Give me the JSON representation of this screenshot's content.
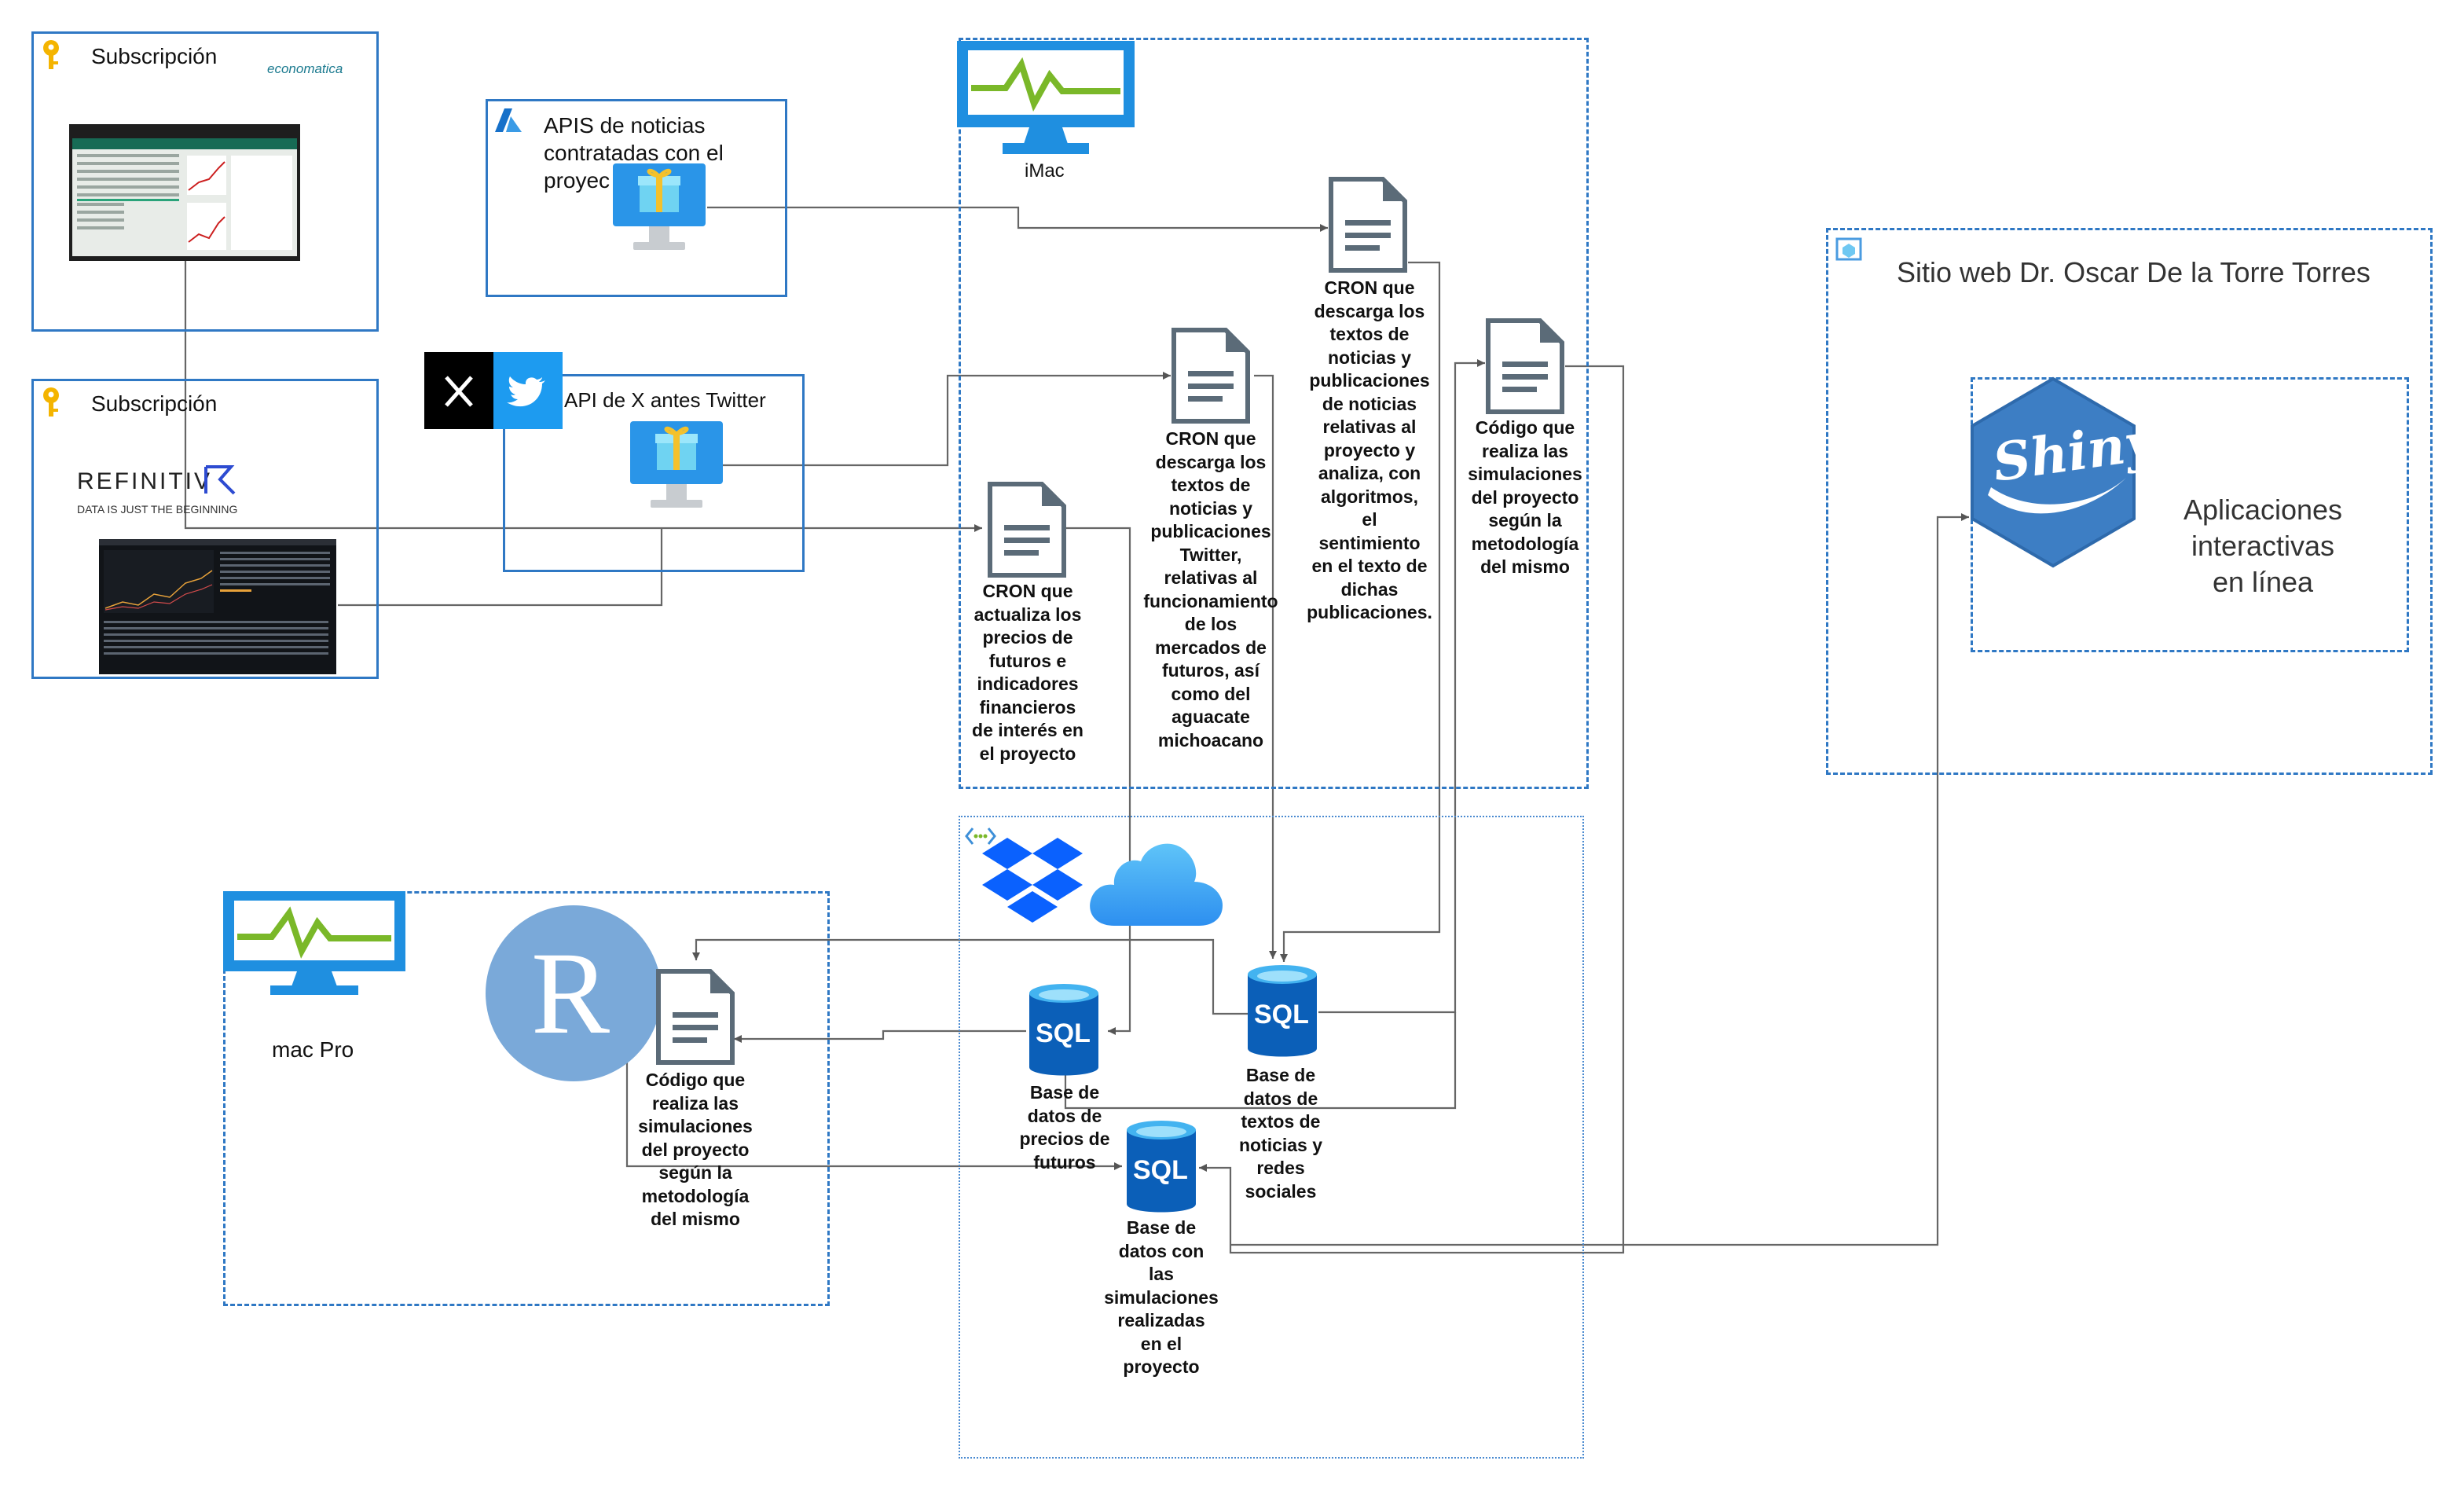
{
  "sources": {
    "economatica": {
      "title": "Subscripción",
      "logo": "economatica"
    },
    "refinitiv": {
      "title": "Subscripción",
      "logo": "REFINITIV",
      "tagline": "DATA IS JUST THE BEGINNING"
    },
    "news_apis": {
      "title_line1": "APIS de noticias",
      "title_line2": "contratadas con el",
      "title_line3": "proyec"
    },
    "x_api": {
      "title": "API de X antes Twitter"
    }
  },
  "imac": {
    "label": "iMac",
    "cron_prices": "CRON que\nactualiza los\nprecios de\nfuturos e\nindicadores\nfinancieros\nde interés en\nel proyecto",
    "cron_twitter": "CRON que\ndescarga los\ntextos de\nnoticias y\npublicaciones\nTwitter,\nrelativas al\nfuncionamiento\nde los\nmercados de\nfuturos, así\ncomo del\naguacate\nmichoacano",
    "cron_news": "CRON que\ndescarga los\ntextos de\nnoticias y\npublicaciones\nde noticias\nrelativas al\nproyecto y\nanaliza, con\nalgoritmos,\nel\nsentimiento\nen el texto de\ndichas\npublicaciones.",
    "sim_code": "Código que\nrealiza las\nsimulaciones\ndel proyecto\nsegún la\nmetodología\ndel mismo"
  },
  "cloud": {
    "db_prices": "Base de\ndatos de\nprecios de\nfuturos",
    "db_texts": "Base de\ndatos de\ntextos de\nnoticias y\nredes\nsociales",
    "db_sims": "Base de\ndatos con\nlas\nsimulaciones\nrealizadas\nen el\nproyecto",
    "sql_label": "SQL"
  },
  "macpro": {
    "label": "mac Pro",
    "r_letter": "R",
    "sim_code": "Código que\nrealiza las\nsimulaciones\ndel proyecto\nsegún la\nmetodología\ndel mismo"
  },
  "website": {
    "title": "Sitio web Dr. Oscar De la Torre Torres",
    "shiny_logo": "Shiny",
    "apps": "Aplicaciones\ninteractivas\nen línea"
  },
  "colors": {
    "azure_blue": "#2f78c4",
    "monitor_blue": "#1f8fe0",
    "pulse_green": "#7ab829",
    "doc_gray": "#5b6b78",
    "r_blue": "#7aa9d9",
    "shiny_blue": "#3d7ec4"
  }
}
